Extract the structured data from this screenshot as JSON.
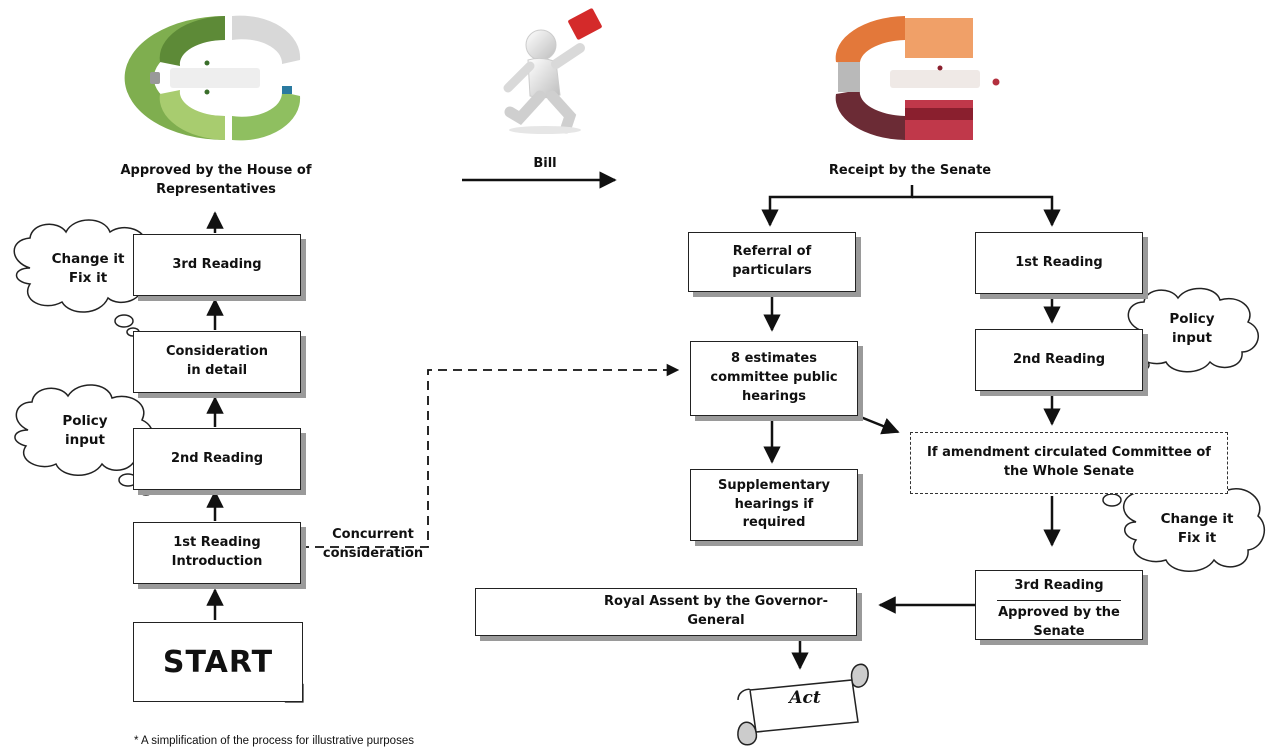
{
  "house": {
    "approved_label": "Approved by the House of Representatives",
    "steps": {
      "third_reading": "3rd Reading",
      "consideration": "Consideration in detail",
      "second_reading": "2nd Reading",
      "first_reading": "1st Reading Introduction",
      "start": "START"
    },
    "cloud_change": "Change it Fix it",
    "cloud_policy": "Policy input"
  },
  "transfer": {
    "bill_label": "Bill",
    "concurrent_label": "Concurrent consideration"
  },
  "senate": {
    "receipt_label": "Receipt by the Senate",
    "referral": "Referral of particulars",
    "estimates": "8 estimates committee public hearings",
    "supplementary": "Supplementary hearings if required",
    "first_reading": "1st Reading",
    "second_reading": "2nd Reading",
    "committee": "If amendment circulated Committee of the Whole Senate",
    "third_reading": "3rd Reading",
    "approved": "Approved by the Senate",
    "cloud_policy": "Policy input",
    "cloud_change": "Change it Fix it"
  },
  "final": {
    "royal_assent": "Royal Assent by the Governor-General",
    "act": "Act"
  },
  "footnote": "* A simplification of the process for illustrative purposes",
  "colors": {
    "house_green": "#6aa33a",
    "senate_red": "#b3303e",
    "senate_orange": "#e3783a",
    "envelope_red": "#d42a2a"
  },
  "icons": [
    "house-chamber-icon",
    "running-figure-icon",
    "envelope-icon",
    "senate-chamber-icon",
    "crown-icon",
    "scroll-icon"
  ]
}
